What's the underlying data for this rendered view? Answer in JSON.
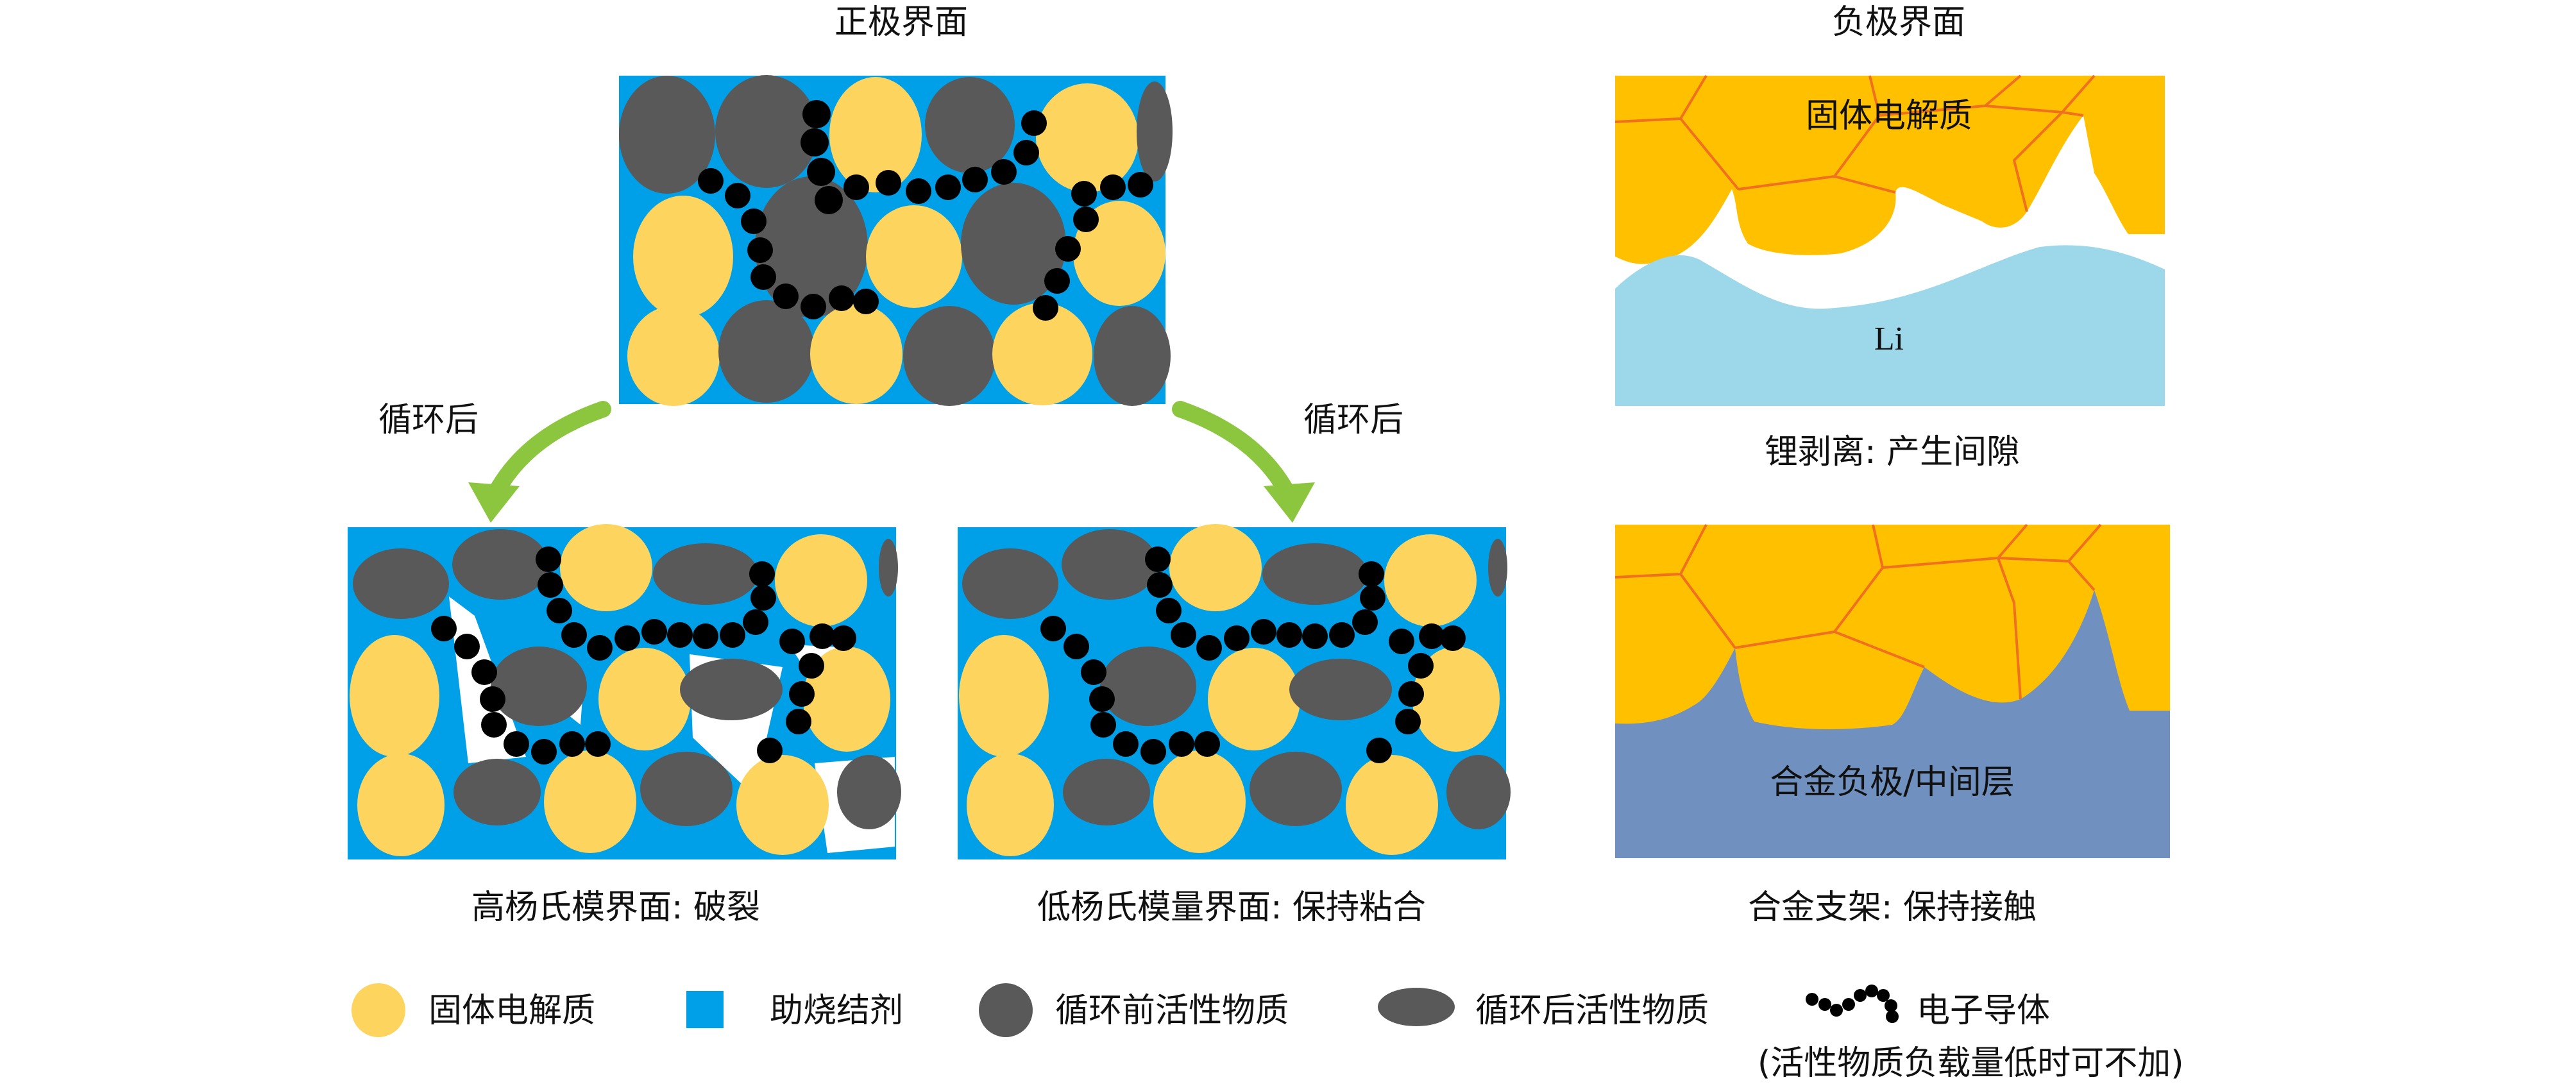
{
  "cathode": {
    "title": "正极界面",
    "arrow_left_label": "循环后",
    "arrow_right_label": "循环后",
    "high_modulus_caption": "高杨氏模界面: 破裂",
    "low_modulus_caption": "低杨氏模量界面: 保持粘合"
  },
  "anode": {
    "title": "负极界面",
    "electrolyte_label": "固体电解质",
    "li_label": "Li",
    "stripping_caption": "锂剥离: 产生间隙",
    "alloy_label": "合金负极/中间层",
    "alloy_caption": "合金支架: 保持接触"
  },
  "legend": {
    "items": [
      {
        "label": "固体电解质",
        "icon": "yellow-circle-icon"
      },
      {
        "label": "助烧结剂",
        "icon": "blue-square-icon"
      },
      {
        "label": "循环前活性物质",
        "icon": "gray-circle-icon"
      },
      {
        "label": "循环后活性物质",
        "icon": "gray-ellipse-icon"
      },
      {
        "label": "电子导体",
        "icon": "bead-chain-icon"
      }
    ],
    "note": "(活性物质负载量低时可不加)"
  },
  "colors": {
    "electrolyte": "#FCD45E",
    "sinter_aid": "#00A0E9",
    "active_material": "#595959",
    "conductor": "#000000",
    "anode_electrolyte": "#FFC000",
    "grain_border": "#F07020",
    "lithium": "#9DD8EA",
    "alloy": "#7090C0",
    "arrow": "#8CC63F"
  }
}
